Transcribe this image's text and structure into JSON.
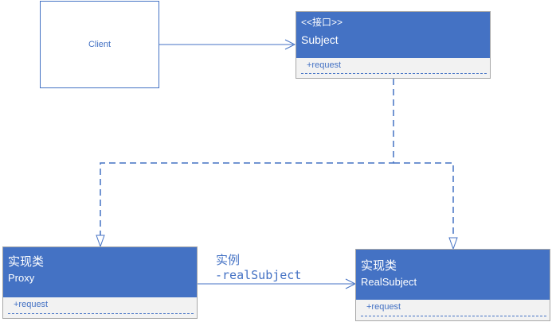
{
  "client": {
    "label": "Client"
  },
  "subject": {
    "stereotype": "<<接口>>",
    "name": "Subject",
    "member": "+request"
  },
  "proxy": {
    "title": "实现类",
    "name": "Proxy",
    "member": "+request"
  },
  "real_subject": {
    "title": "实现类",
    "name": "RealSubject",
    "member": "+request"
  },
  "association": {
    "label": "实例",
    "role": "-realSubject"
  },
  "colors": {
    "accent": "#4472c4",
    "compartment": "#f2f2f2",
    "border": "#a8a8a8"
  }
}
